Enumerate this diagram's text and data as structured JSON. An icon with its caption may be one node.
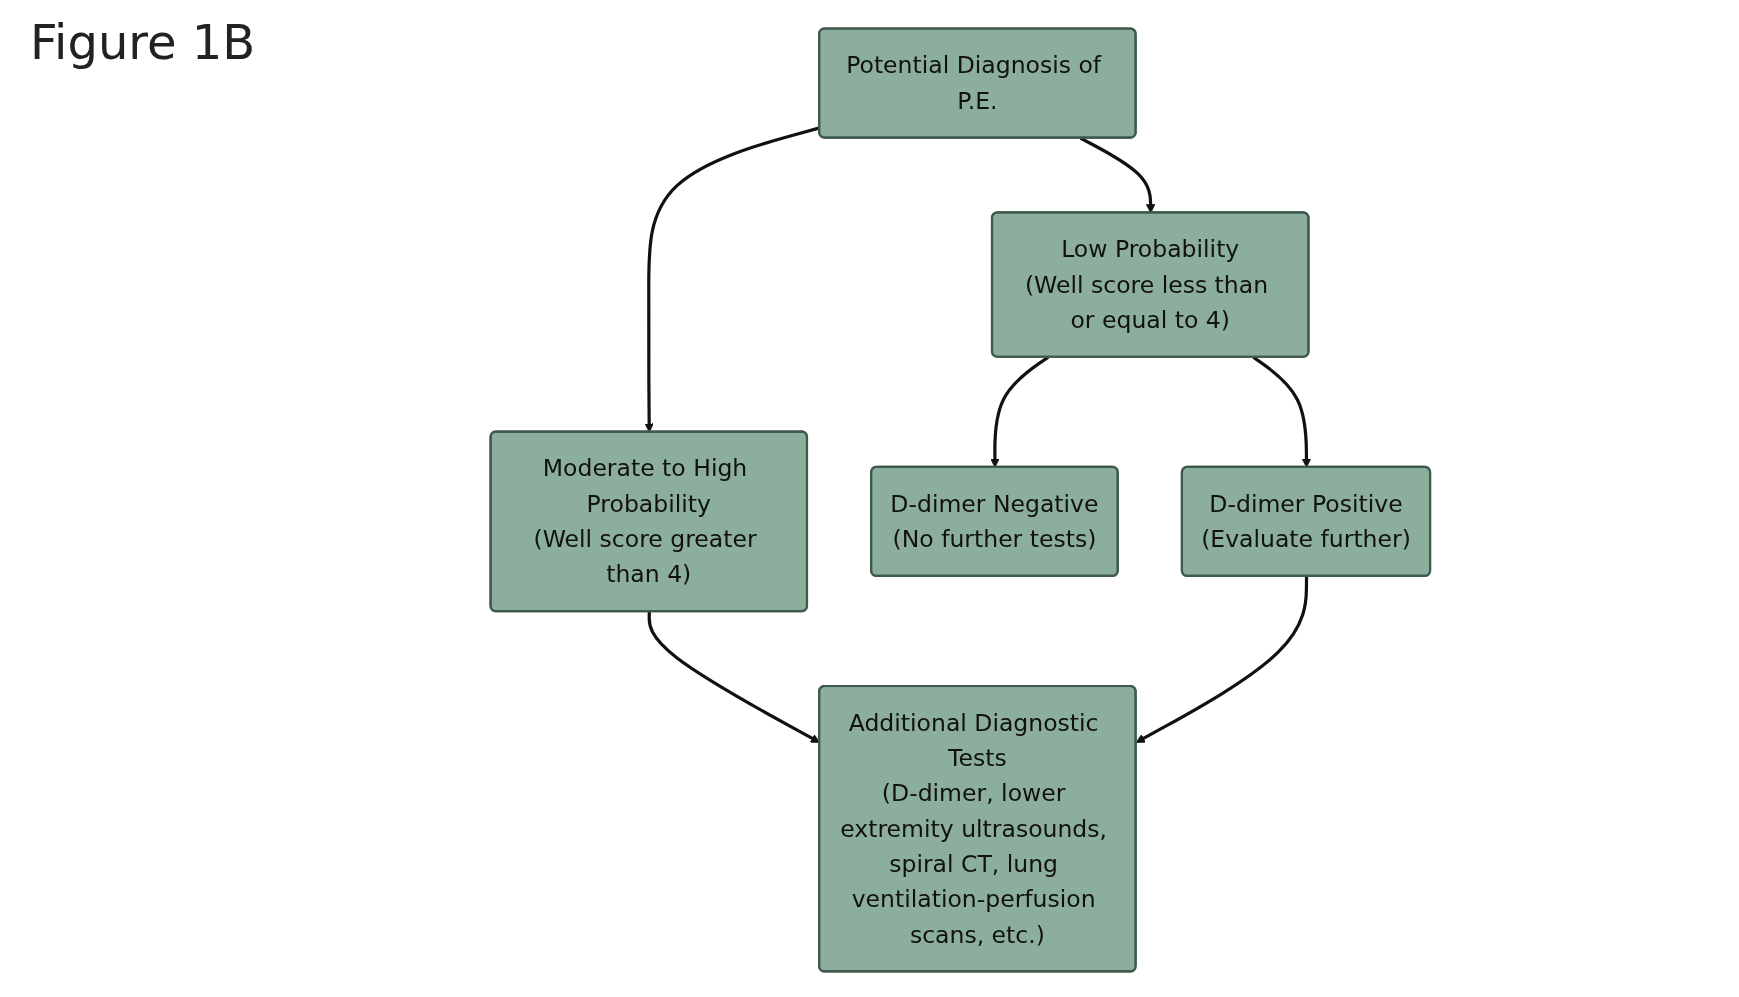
{
  "diagram": {
    "title": "Figure 1B",
    "nodes": [
      {
        "text": [
          "Potential Diagnosis of P.E."
        ]
      },
      {
        "text": [
          "Low Probability",
          "(Well score less than or equal to 4)"
        ]
      },
      {
        "text": [
          "Moderate to High Probability",
          "(Well score greater than 4)"
        ]
      },
      {
        "text": [
          "D-dimer Negative",
          "(No further tests)"
        ]
      },
      {
        "text": [
          "D-dimer Positive",
          "(Evaluate further)"
        ]
      },
      {
        "text": [
          "Additional Diagnostic Tests",
          "(D-dimer, lower extremity ultrasounds, spiral CT, lung ventilation-perfusion scans, etc.)"
        ]
      }
    ],
    "edges": [
      {
        "from": 0,
        "to": 1,
        "arrow": "to"
      },
      {
        "from": 0,
        "to": 2,
        "arrow": "to"
      },
      {
        "from": 1,
        "to": 3,
        "arrow": "to"
      },
      {
        "from": 1,
        "to": 4,
        "arrow": "to"
      },
      {
        "from": 2,
        "to": 5,
        "arrow": "to"
      },
      {
        "from": 4,
        "to": 5,
        "arrow": "to"
      }
    ]
  }
}
